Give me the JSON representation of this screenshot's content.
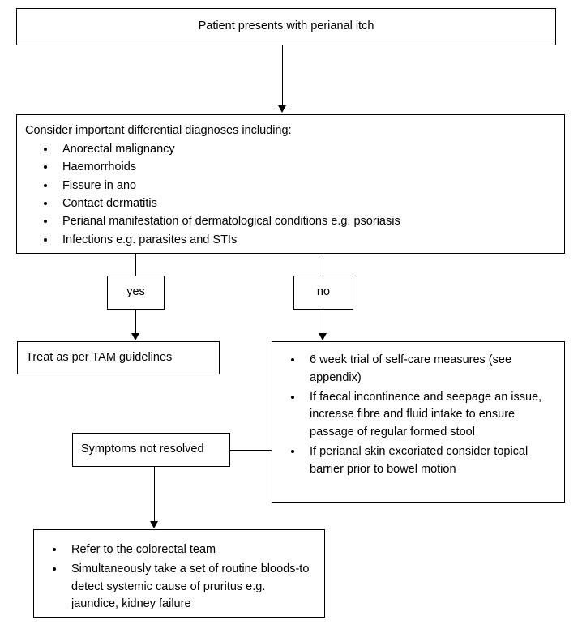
{
  "title": "Perianal itch management flowchart",
  "nodes": {
    "presentation": {
      "text": "Patient presents with perianal itch"
    },
    "differentials": {
      "lead": "Consider important differential diagnoses including:",
      "items": [
        "Anorectal malignancy",
        "Haemorrhoids",
        "Fissure in ano",
        "Contact dermatitis",
        "Perianal manifestation of dermatological conditions e.g. psoriasis",
        "Infections e.g. parasites and STIs"
      ]
    },
    "decision_yes": {
      "label": "yes"
    },
    "decision_no": {
      "label": "no"
    },
    "treat_tam": {
      "text": "Treat as per TAM guidelines"
    },
    "self_care": {
      "items": [
        "6 week trial of self-care measures (see appendix)",
        "If faecal incontinence and seepage an issue, increase fibre and fluid intake to ensure passage of regular formed stool",
        "If perianal skin excoriated consider topical barrier prior to bowel motion"
      ]
    },
    "symptoms_not_resolved": {
      "text": "Symptoms not resolved"
    },
    "referral": {
      "items": [
        "Refer to the colorectal team",
        "Simultaneously take a set of routine bloods-to detect systemic cause of pruritus e.g. jaundice, kidney failure"
      ]
    }
  },
  "style": {
    "line_color": "#000000",
    "background": "#ffffff",
    "text_color": "#000000"
  }
}
